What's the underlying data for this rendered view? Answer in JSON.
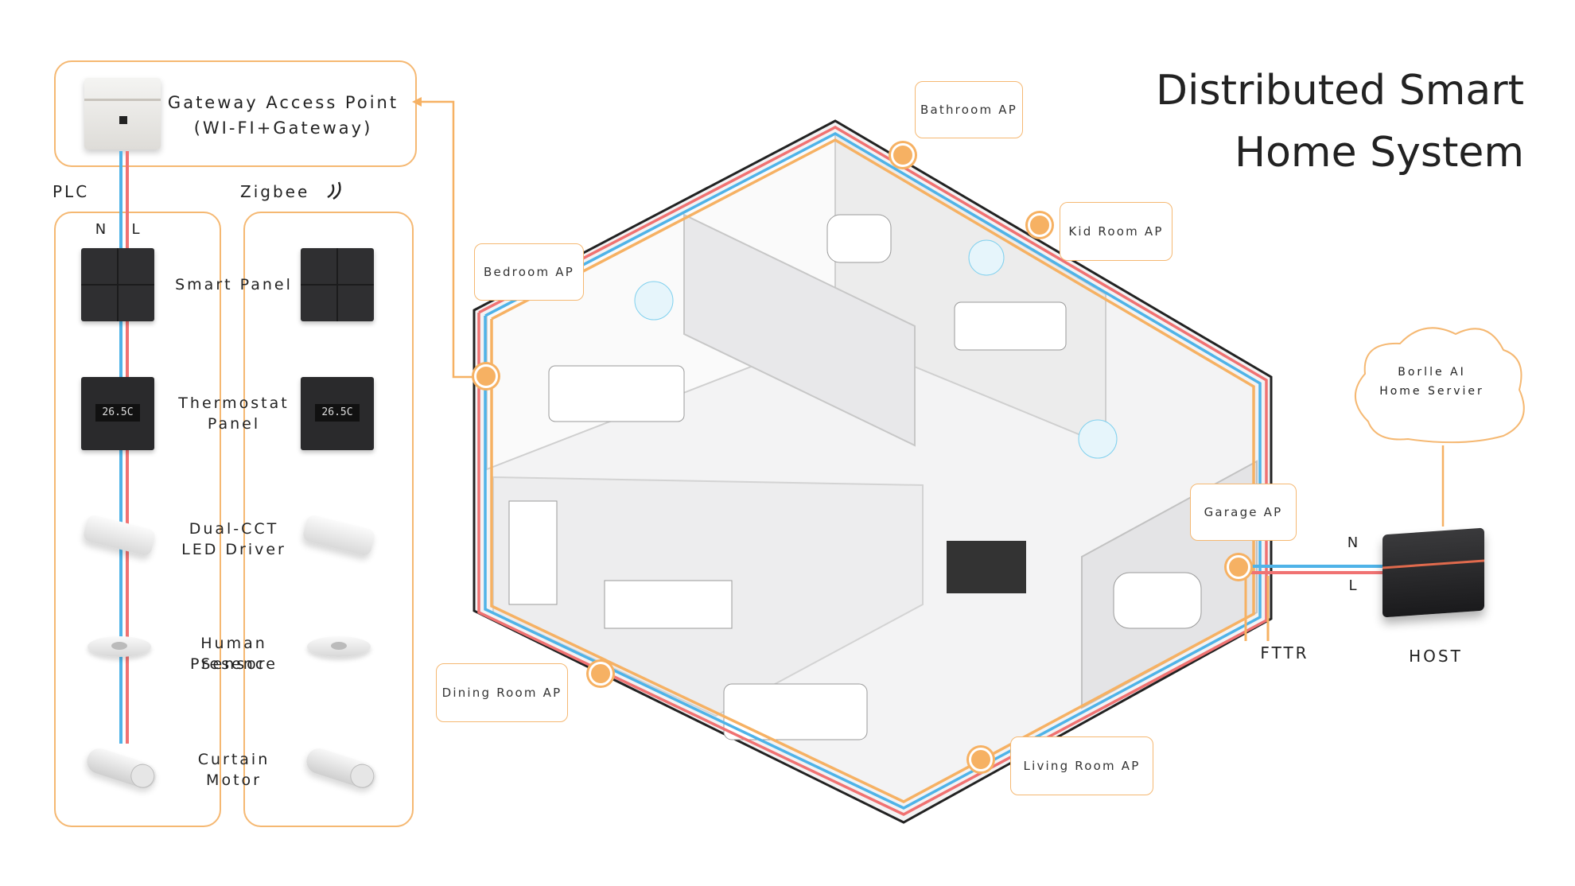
{
  "title": {
    "line1": "Distributed Smart",
    "line2": "Home System"
  },
  "gateway": {
    "line1": "Gateway Access Point",
    "line2": "(WI-FI+Gateway)"
  },
  "columns": {
    "plc": "PLC",
    "zigbee": "Zigbee",
    "n": "N",
    "l": "L"
  },
  "devices": {
    "smart_panel": "Smart Panel",
    "thermostat_1": "Thermostat",
    "thermostat_2": "Panel",
    "driver_1": "Dual-CCT",
    "driver_2": "LED Driver",
    "presence_1": "Human Presence",
    "presence_2": "Sensor",
    "curtain_1": "Curtain",
    "curtain_2": "Motor",
    "thermo_display": "26.5C"
  },
  "access_points": {
    "bathroom": "Bathroom AP",
    "kid_room": "Kid Room AP",
    "bedroom": "Bedroom AP",
    "garage": "Garage AP",
    "dining_room": "Dining Room AP",
    "living_room": "Living Room AP"
  },
  "cloud": {
    "line1": "Borlle AI",
    "line2": "Home Servier"
  },
  "host": {
    "label": "HOST",
    "n": "N",
    "l": "L"
  },
  "fttr": "FTTR",
  "colors": {
    "accent": "#f5b872",
    "neutral_wire": "#4fb3e8",
    "live_wire": "#f07272",
    "fiber": "#f6b163"
  }
}
